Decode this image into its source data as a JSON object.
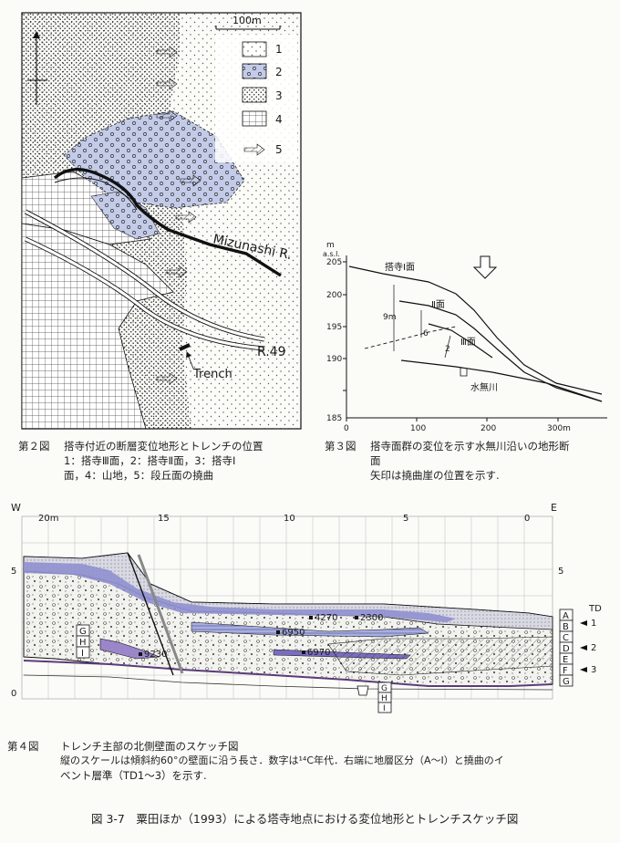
{
  "fig2": {
    "scale_bar": "100m",
    "legend": [
      {
        "num": "1",
        "pattern": "dots"
      },
      {
        "num": "2",
        "pattern": "circles-blue"
      },
      {
        "num": "3",
        "pattern": "dense-dots"
      },
      {
        "num": "4",
        "pattern": "grid"
      },
      {
        "num": "5",
        "pattern": "hatched-arrow"
      }
    ],
    "labels": {
      "river": "Mizunashi R.",
      "road": "R.49",
      "trench": "Trench"
    },
    "caption": {
      "label": "第２図",
      "line1": "搭寺付近の断層変位地形とトレンチの位置",
      "line2": "1：搭寺Ⅲ面，2：搭寺Ⅱ面，3：搭寺Ⅰ",
      "line3": "面，4：山地，5：段丘面の撓曲"
    }
  },
  "fig3": {
    "y_unit": "m",
    "y_unit2": "a.s.l.",
    "y_ticks": [
      "205",
      "200",
      "195",
      "190",
      "185"
    ],
    "x_ticks": [
      "0",
      "100",
      "200",
      "300m"
    ],
    "surface_labels": {
      "s1": "搭寺Ⅰ面",
      "s2": "Ⅱ面",
      "s3": "Ⅲ面",
      "river": "水無川"
    },
    "offsets": [
      "9m",
      "6",
      "2"
    ],
    "caption": {
      "label": "第３図",
      "line1": "搭寺面群の変位を示す水無川沿いの地形断",
      "line2": "面",
      "line3": "矢印は撓曲崖の位置を示す."
    }
  },
  "fig4": {
    "west": "W",
    "east": "E",
    "x_ticks": [
      "20m",
      "15",
      "10",
      "5",
      "0"
    ],
    "y_ticks_left": [
      "5",
      "0"
    ],
    "y_ticks_right": [
      "5"
    ],
    "ages": [
      "4270",
      "2300",
      "6950",
      "6970",
      "9230"
    ],
    "layers_right": [
      "A",
      "B",
      "C",
      "D",
      "E",
      "F",
      "G"
    ],
    "layers_left": [
      "G",
      "H",
      "I"
    ],
    "layers_bottom": [
      "G",
      "H",
      "I"
    ],
    "td_title": "TD",
    "td_marks": [
      "1",
      "2",
      "3"
    ],
    "caption": {
      "label": "第４図",
      "line1": "トレンチ主部の北側壁面のスケッチ図",
      "line2": "縦のスケールは傾斜約60°の壁面に沿う長さ．数字は¹⁴C年代．右端に地層区分（A〜I）と撓曲のイ",
      "line3": "ベント層準（TD1〜3）を示す."
    }
  },
  "figure_title": "図 3-7　粟田ほか（1993）による塔寺地点における変位地形とトレンチスケッチ図"
}
